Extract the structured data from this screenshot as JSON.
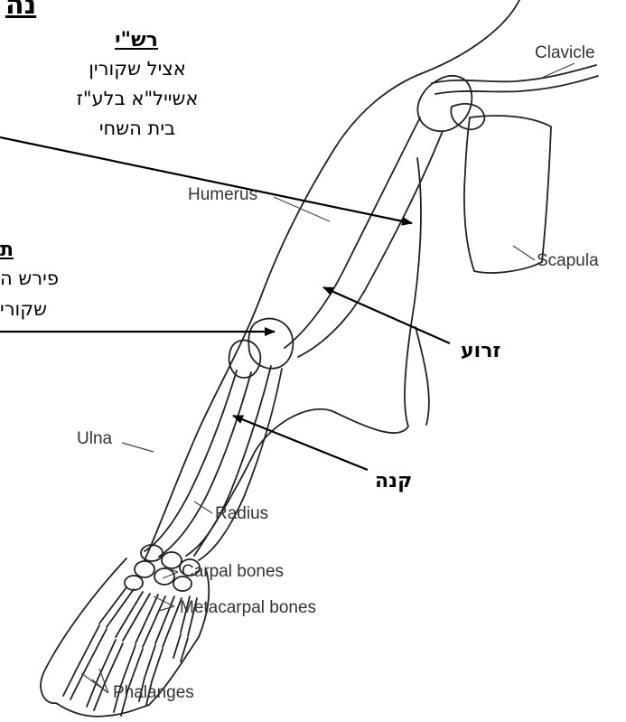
{
  "page_title_fragment": "נה",
  "rashi": {
    "heading": "רש\"י",
    "lines": [
      "אציל שקורין",
      "אשייל\"א בלע\"ז",
      "בית השחי"
    ]
  },
  "left_note": {
    "heading": "ת",
    "lines": [
      "פירש ה",
      "שקורי"
    ]
  },
  "hebrew_labels": {
    "zroa": "זרוע",
    "kaneh": "קנה"
  },
  "anatomy_labels": {
    "clavicle": "Clavicle",
    "humerus": "Humerus",
    "scapula": "Scapula",
    "ulna": "Ulna",
    "radius": "Radius",
    "carpal": "Carpal bones",
    "metacarpal": "Metacarpal bones",
    "phalanges": "Phalanges"
  }
}
